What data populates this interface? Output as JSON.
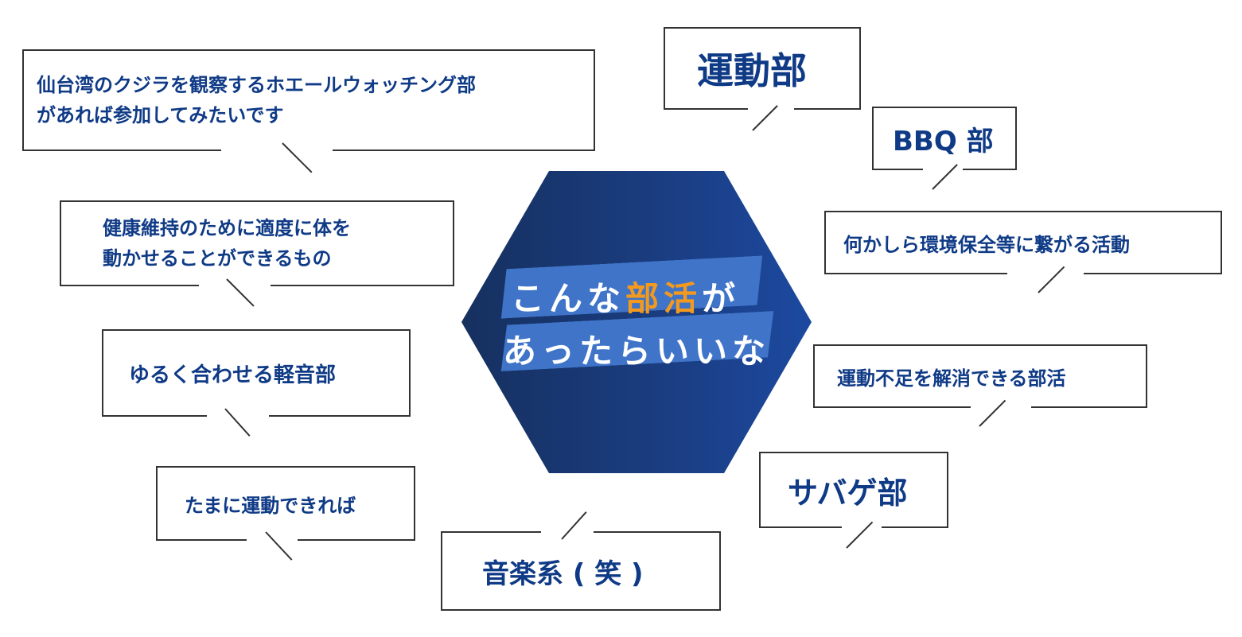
{
  "colors": {
    "text": "#0f3a86",
    "accent": "#f39a1e",
    "hexagon": "#1b3f86",
    "stripe": "#3f74c8",
    "border": "#333333"
  },
  "center": {
    "line1_before": "こんな",
    "line1_highlight": "部活",
    "line1_after": "が",
    "line2": "あったらいいな"
  },
  "bubbles": {
    "whale": "仙台湾のクジラを観察するホエールウォッチング部\nがあれば参加してみたいです",
    "health": "健康維持のために適度に体を\n動かせることができるもの",
    "light_music": "ゆるく合わせる軽音部",
    "sometimes": "たまに運動できれば",
    "music": "音楽系 ( 笑 )",
    "sports": "運動部",
    "bbq": "BBQ 部",
    "environment": "何かしら環境保全等に繋がる活動",
    "exercise": "運動不足を解消できる部活",
    "survival": "サバゲ部"
  }
}
